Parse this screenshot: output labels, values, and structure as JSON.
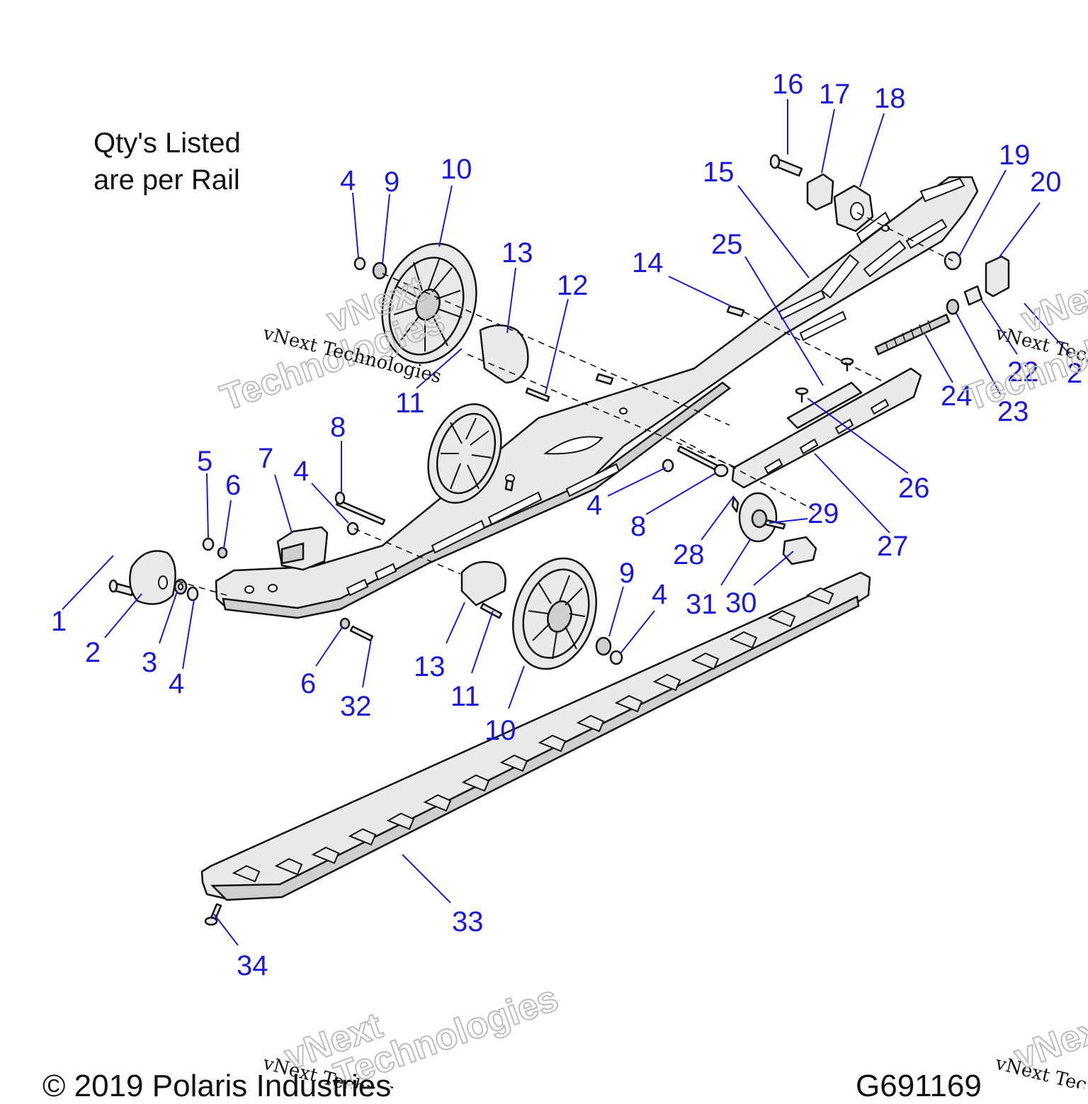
{
  "note": {
    "line1": "Qty's Listed",
    "line2": "are per Rail"
  },
  "callouts": [
    "1",
    "2",
    "3",
    "4",
    "5",
    "6",
    "7",
    "8",
    "9",
    "10",
    "11",
    "12",
    "13",
    "14",
    "15",
    "16",
    "17",
    "18",
    "19",
    "20",
    "22",
    "23",
    "24",
    "25",
    "26",
    "27",
    "28",
    "29",
    "30",
    "31",
    "32",
    "33",
    "34"
  ],
  "labels": {
    "c1": "1",
    "c2": "2",
    "c3": "3",
    "c4a": "4",
    "c4b": "4",
    "c4c": "4",
    "c4d": "4",
    "c4e": "4",
    "c5": "5",
    "c6a": "6",
    "c6b": "6",
    "c7": "7",
    "c8a": "8",
    "c8b": "8",
    "c9a": "9",
    "c9b": "9",
    "c10a": "10",
    "c10b": "10",
    "c11a": "11",
    "c11b": "11",
    "c12": "12",
    "c13a": "13",
    "c13b": "13",
    "c14": "14",
    "c15": "15",
    "c16": "16",
    "c17": "17",
    "c18": "18",
    "c19": "19",
    "c20": "20",
    "c21": "2",
    "c22": "22",
    "c23": "23",
    "c24": "24",
    "c25": "25",
    "c26": "26",
    "c27": "27",
    "c28": "28",
    "c29": "29",
    "c30": "30",
    "c31": "31",
    "c32": "32",
    "c33": "33",
    "c34": "34"
  },
  "watermark": {
    "small": "vNext Technologies",
    "large1": "vNext",
    "large2": "Technologies"
  },
  "footer": {
    "left": "© 2019 Polaris Industries",
    "right": "G691169"
  },
  "colors": {
    "callout": "#1a1ad6",
    "part_fill": "#e9e9e9",
    "outline": "#111111"
  }
}
